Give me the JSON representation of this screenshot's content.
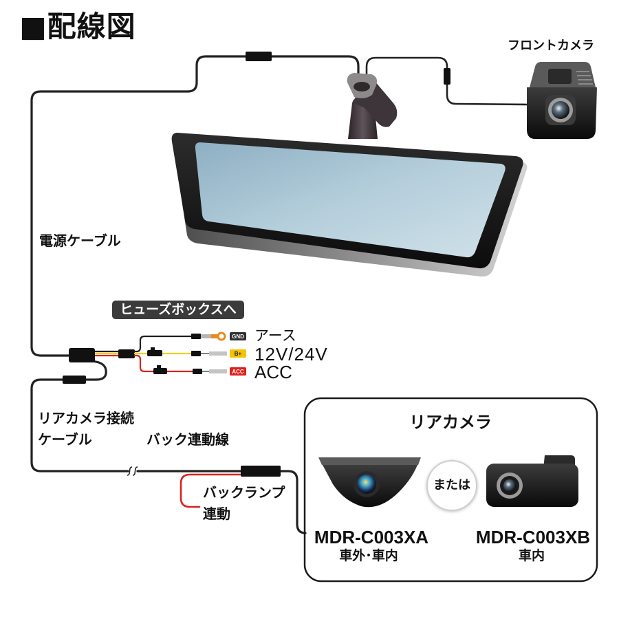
{
  "title": "■配線図",
  "front_camera": {
    "label": "フロントカメラ"
  },
  "power_cable": {
    "label": "電源ケーブル"
  },
  "fuse_box": {
    "heading": "ヒューズボックスへ",
    "wires": [
      {
        "badge": "GND",
        "label": "アース",
        "wire_color": "#1e1e1e",
        "badge_color": "#2f2f2f",
        "badge_text_color": "#ffffff",
        "terminal_color": "#e8891c"
      },
      {
        "badge": "B+",
        "label": "12V/24V",
        "wire_color": "#f2cf1f",
        "badge_color": "#f5c400",
        "badge_text_color": "#1a1a1a"
      },
      {
        "badge": "ACC",
        "label": "ACC",
        "wire_color": "#d8231e",
        "badge_color": "#e0201b",
        "badge_text_color": "#ffffff"
      }
    ]
  },
  "rear_cable": {
    "label_line1": "リアカメラ接続",
    "label_line2": "ケーブル"
  },
  "back_link_wire": {
    "label": "バック連動線",
    "wire_color": "#d8231e"
  },
  "back_lamp": {
    "label_line1": "バックランプ",
    "label_line2": "連動"
  },
  "rear_camera": {
    "heading": "リアカメラ",
    "or_label": "または",
    "models": [
      {
        "model": "MDR-C003XA",
        "mount": "車外･車内"
      },
      {
        "model": "MDR-C003XB",
        "mount": "車内"
      }
    ]
  },
  "colors": {
    "cable": "#222222"
  }
}
